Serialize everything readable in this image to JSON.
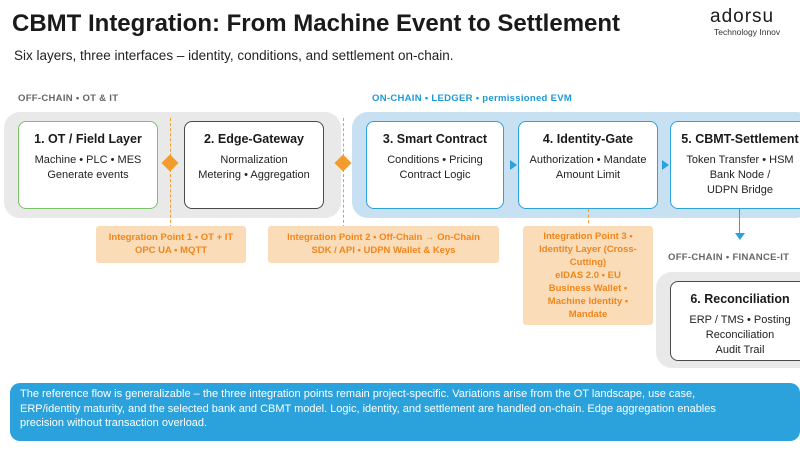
{
  "header": {
    "title": "CBMT Integration: From Machine Event to Settlement",
    "subtitle": "Six layers, three interfaces – identity, conditions, and settlement on-chain."
  },
  "logo": {
    "wordmark": "adorsu",
    "tagline": "Technology Innov"
  },
  "sections": {
    "offchain": "OFF-CHAIN • OT & IT",
    "onchain": "ON-CHAIN • LEDGER • permissioned EVM",
    "finance": "OFF-CHAIN • FINANCE-IT"
  },
  "layers": [
    {
      "title": "1. OT / Field Layer",
      "lines": [
        "Machine • PLC • MES",
        "Generate events"
      ]
    },
    {
      "title": "2. Edge-Gateway",
      "lines": [
        "Normalization",
        "Metering • Aggregation"
      ]
    },
    {
      "title": "3. Smart Contract",
      "lines": [
        "Conditions • Pricing",
        "Contract Logic"
      ]
    },
    {
      "title": "4. Identity-Gate",
      "lines": [
        "Authorization • Mandate",
        "Amount Limit"
      ]
    },
    {
      "title": "5. CBMT-Settlement",
      "lines": [
        "Token Transfer • HSM",
        "Bank Node /",
        "UDPN Bridge"
      ]
    },
    {
      "title": "6. Reconciliation",
      "lines": [
        "ERP / TMS • Posting",
        "Reconciliation",
        "Audit Trail"
      ]
    }
  ],
  "integration_points": [
    {
      "lines": [
        "Integration Point 1 • OT + IT",
        "OPC UA • MQTT"
      ]
    },
    {
      "lines": [
        "Integration Point 2 • Off-Chain → On-Chain",
        "SDK / API • UDPN Wallet & Keys"
      ]
    },
    {
      "lines": [
        "Integration Point 3 •",
        "Identity Layer (Cross-",
        "Cutting)",
        "eIDAS 2.0 • EU",
        "Business Wallet •",
        "Machine Identity •",
        "Mandate"
      ]
    }
  ],
  "footer": {
    "lines": [
      "The reference flow is generalizable – the three integration points remain project-specific. Variations arise from the OT landscape, use case,",
      "ERP/identity maturity, and the selected bank and CBMT model. Logic, identity, and settlement are handled on-chain. Edge aggregation enables",
      "precision without transaction overload."
    ]
  },
  "colors": {
    "accent_blue": "#2ba2dc",
    "accent_orange": "#f39c2b",
    "field_green": "#7cc26b",
    "integration_fill": "#fbdcb8",
    "panel_grey": "#e9e9e9",
    "panel_blue": "#c7e1f3"
  }
}
